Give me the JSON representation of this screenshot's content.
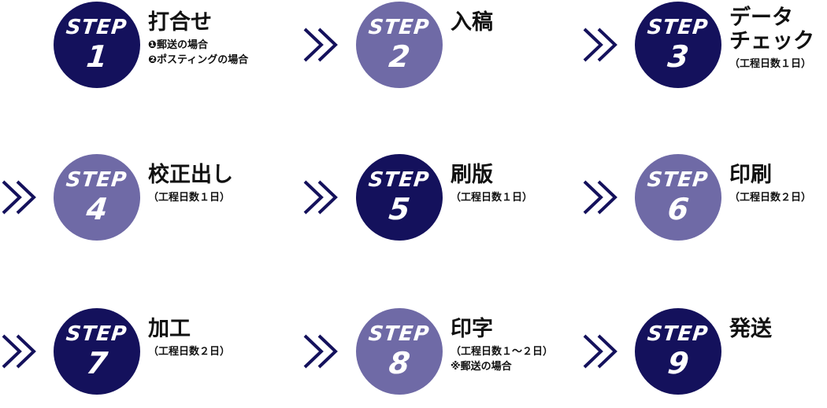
{
  "colors": {
    "dark": "#14115c",
    "light": "#6f6aa6"
  },
  "step_word": "STEP",
  "steps": [
    {
      "num": "1",
      "tone": "dark",
      "title_lines": [
        "打合せ"
      ],
      "notes": [
        "❶郵送の場合",
        "❷ポスティングの場合"
      ]
    },
    {
      "num": "2",
      "tone": "light",
      "title_lines": [
        "入稿"
      ],
      "notes": []
    },
    {
      "num": "3",
      "tone": "dark",
      "title_lines": [
        "データ",
        "チェック"
      ],
      "notes": [
        "（工程日数１日）"
      ]
    },
    {
      "num": "4",
      "tone": "light",
      "title_lines": [
        "校正出し"
      ],
      "notes": [
        "（工程日数１日）"
      ]
    },
    {
      "num": "5",
      "tone": "dark",
      "title_lines": [
        "刷版"
      ],
      "notes": [
        "（工程日数１日）"
      ]
    },
    {
      "num": "6",
      "tone": "light",
      "title_lines": [
        "印刷"
      ],
      "notes": [
        "（工程日数２日）"
      ]
    },
    {
      "num": "7",
      "tone": "dark",
      "title_lines": [
        "加工"
      ],
      "notes": [
        "（工程日数２日）"
      ]
    },
    {
      "num": "8",
      "tone": "light",
      "title_lines": [
        "印字"
      ],
      "notes": [
        "（工程日数１～２日）",
        "※郵送の場合"
      ]
    },
    {
      "num": "9",
      "tone": "dark",
      "title_lines": [
        "発送"
      ],
      "notes": []
    }
  ]
}
